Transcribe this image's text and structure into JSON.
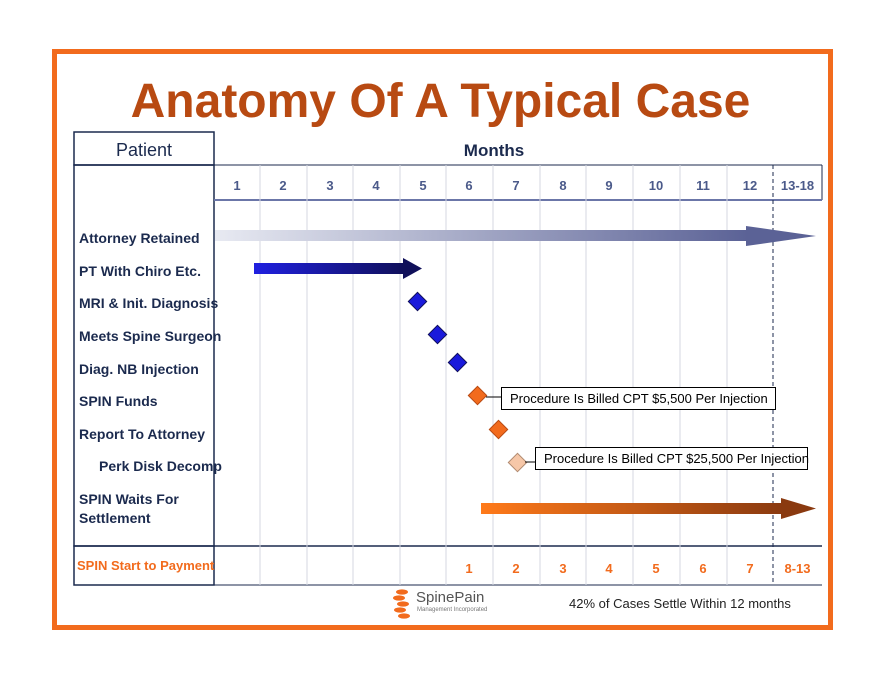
{
  "title": "Anatomy Of A Typical Case",
  "header": {
    "patient": "Patient",
    "months": "Months"
  },
  "months": [
    "1",
    "2",
    "3",
    "4",
    "5",
    "6",
    "7",
    "8",
    "9",
    "10",
    "11",
    "12",
    "13-18"
  ],
  "rows": [
    "Attorney Retained",
    "PT With Chiro Etc.",
    "MRI & Init. Diagnosis",
    "Meets Spine Surgeon",
    "Diag. NB Injection",
    "SPIN Funds",
    "Report To Attorney",
    "Perk Disk Decomp",
    "SPIN Waits For",
    "Settlement"
  ],
  "callouts": {
    "spin_funds": "Procedure Is Billed CPT $5,500 Per Injection",
    "perk_disk": "Procedure Is Billed CPT $25,500 Per Injection"
  },
  "payment": {
    "label": "SPIN Start to Payment",
    "values": [
      "1",
      "2",
      "3",
      "4",
      "5",
      "6",
      "7",
      "8-13"
    ]
  },
  "logo": {
    "name": "SpinePain",
    "tagline": "Management Incorporated"
  },
  "footnote": "42% of Cases Settle Within 12 months",
  "colors": {
    "border": "#f26b1d",
    "title": "#b84a12",
    "navy": "#1b2a4e",
    "blue_diamond": "#1a1adb",
    "orange_diamond": "#f26b1d",
    "pale_diamond": "#f6c7a8"
  }
}
